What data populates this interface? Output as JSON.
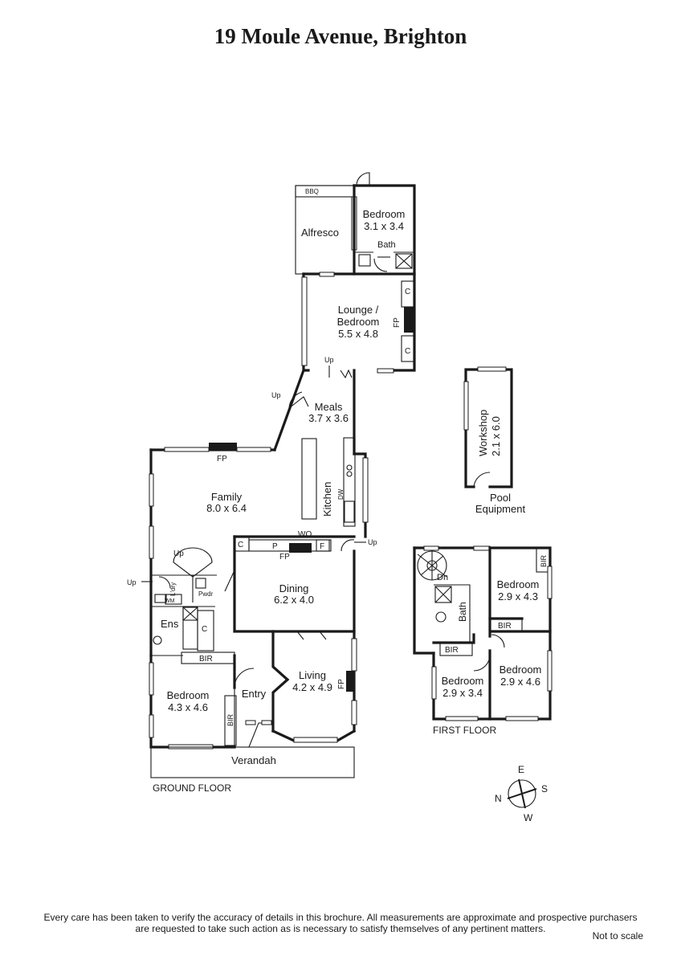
{
  "title": "19 Moule Avenue, Brighton",
  "floors": {
    "ground": {
      "label": "GROUND FLOOR",
      "rooms": {
        "bedroom_rear": {
          "name": "Bedroom",
          "size": "3.1 x 3.4"
        },
        "alfresco": {
          "name": "Alfresco"
        },
        "bbq": "BBQ",
        "bath_rear": "Bath",
        "lounge": {
          "name_line1": "Lounge /",
          "name_line2": "Bedroom",
          "size": "5.5 x 4.8"
        },
        "meals": {
          "name": "Meals",
          "size": "3.7 x 3.6"
        },
        "family": {
          "name": "Family",
          "size": "8.0 x 6.4"
        },
        "kitchen": "Kitchen",
        "dining": {
          "name": "Dining",
          "size": "6.2 x 4.0"
        },
        "living": {
          "name": "Living",
          "size": "4.2 x 4.9"
        },
        "bedroom_front": {
          "name": "Bedroom",
          "size": "4.3 x 4.6"
        },
        "entry": "Entry",
        "verandah": "Verandah",
        "ens": "Ens",
        "laundry": "L'dry",
        "powder": "Pwdr",
        "wm": "WM"
      },
      "fixtures": {
        "fp": "FP",
        "c": "C",
        "p": "P",
        "f": "F",
        "wo": "WO",
        "dw": "DW",
        "bir": "BIR",
        "up": "Up"
      }
    },
    "first": {
      "label": "FIRST FLOOR",
      "rooms": {
        "bedroom_ne": {
          "name": "Bedroom",
          "size": "2.9 x 4.3"
        },
        "bedroom_se": {
          "name": "Bedroom",
          "size": "2.9 x 4.6"
        },
        "bedroom_sw": {
          "name": "Bedroom",
          "size": "2.9 x 3.4"
        },
        "bath": "Bath",
        "dn": "Dn",
        "bir": "BIR"
      }
    },
    "outbuilding": {
      "workshop": {
        "name": "Workshop",
        "size": "2.1 x 6.0"
      },
      "pool_line1": "Pool",
      "pool_line2": "Equipment"
    }
  },
  "compass": {
    "e": "E",
    "s": "S",
    "w": "W",
    "n": "N"
  },
  "disclaimer_line1": "Every care has been taken to verify the accuracy of details in this brochure.  All measurements are approximate and prospective purchasers",
  "disclaimer_line2": "are requested to take such action as is necessary to satisfy themselves of any pertinent matters.",
  "scale_note": "Not to scale"
}
